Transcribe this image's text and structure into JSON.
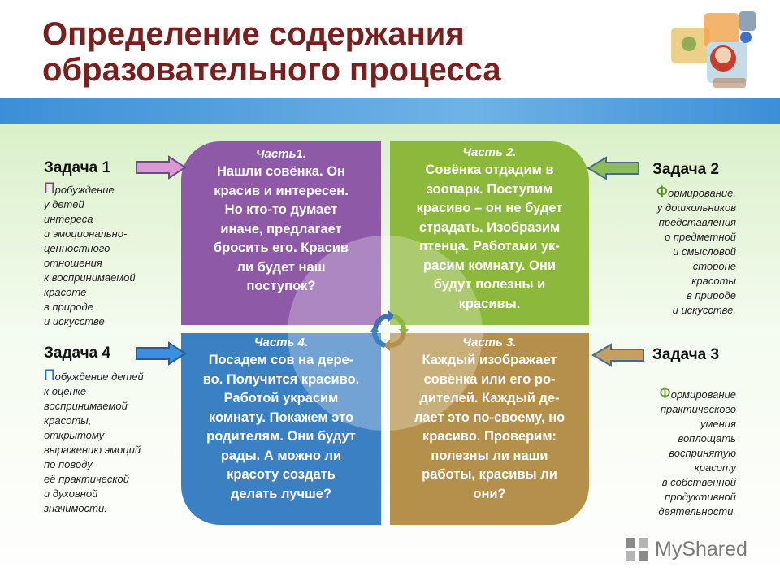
{
  "title": {
    "line1": "Определение содержания",
    "line2": "образовательного процесса"
  },
  "quadrants": {
    "part1": {
      "heading": "Часть1.",
      "lines": [
        "Нашли совёнка. Он",
        "красив и интересен.",
        "Но кто-то думает",
        "иначе, предлагает",
        "бросить его. Красив",
        "ли будет наш",
        "поступок?"
      ]
    },
    "part2": {
      "heading": "Часть 2.",
      "lines": [
        "Совёнка отдадим в",
        "зоопарк. Поступим",
        "красиво – он не будет",
        "страдать. Изобразим",
        "птенца. Работами ук-",
        "расим комнату. Они",
        "будут полезны и",
        "красивы."
      ]
    },
    "part3": {
      "heading": "Часть 3.",
      "lines": [
        "Каждый изображает",
        "совёнка или его ро-",
        "дителей. Каждый де-",
        "лает это по-своему, но",
        "красиво. Проверим:",
        "полезны ли наши",
        "работы, красивы ли",
        "они?"
      ]
    },
    "part4": {
      "heading": "Часть 4.",
      "lines": [
        "Посадем сов на дере-",
        "во. Получится красиво.",
        "Работой украсим",
        "комнату. Покажем это",
        "родителям. Они будут",
        "рады. А можно ли",
        "красоту создать",
        "делать лучше?"
      ]
    }
  },
  "tasks": {
    "task1": {
      "title": "Задача 1",
      "cap": "П",
      "text": "робуждение\nу детей\nинтереса\nи эмоционально-\nценностного\nотношения\nк воспринимаемой\nкрасоте\nв природе\nи искусстве"
    },
    "task2": {
      "title": "Задача 2",
      "cap": "Ф",
      "text": "ормирование.\nу дошкольников\nпредставления\nо предметной\nи смысловой\nстороне\nкрасоты\nв природе\nи искусстве."
    },
    "task3": {
      "title": "Задача 3",
      "cap": "Ф",
      "text": "ормирование\nпрактического\nумения\nвоплощать\nвоспринятую\nкрасоту\nв собственной\nпродуктивной\nдеятельности."
    },
    "task4": {
      "title": "Задача 4",
      "cap": "П",
      "text": "обуждение детей\nк оценке\nвоспринимаемой\nкрасоты,\nоткрытому\nвыражению эмоций\nпо поводу\nеё практической\nи духовной\nзначимости."
    }
  },
  "logo": {
    "text": "MyShared"
  },
  "colors": {
    "title": "#7a1f1f",
    "band": "#3c8fd6",
    "part1": "#8e5aa8",
    "part2": "#8cb83b",
    "part3": "#b4904a",
    "part4": "#3c80c4",
    "cap_task1": "#7b3fa0",
    "cap_task2": "#5a8a1e",
    "cap_task3": "#5a8a1e",
    "cap_task4": "#2a6cb5"
  }
}
